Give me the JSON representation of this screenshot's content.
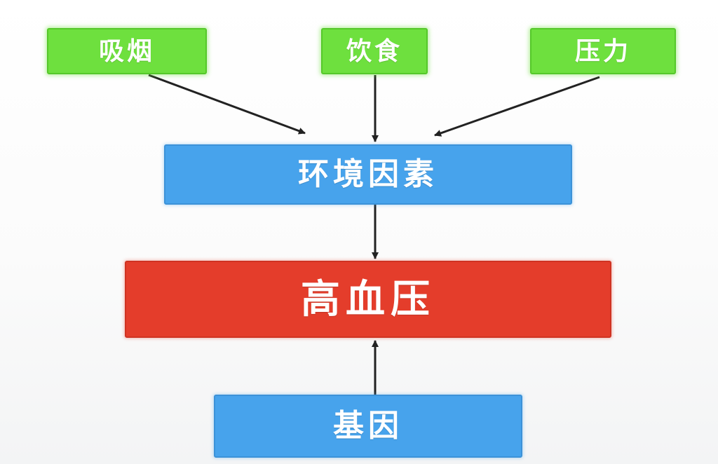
{
  "nodes": {
    "smoking": {
      "label": "吸烟",
      "color": "#6ee03e"
    },
    "diet": {
      "label": "饮食",
      "color": "#6ee03e"
    },
    "stress": {
      "label": "压力",
      "color": "#6ee03e"
    },
    "environment": {
      "label": "环境因素",
      "color": "#47a3ec"
    },
    "hypertension": {
      "label": "高血压",
      "color": "#e43d2b"
    },
    "genetics": {
      "label": "基因",
      "color": "#47a3ec"
    }
  },
  "edges": [
    {
      "from": "smoking",
      "to": "environment"
    },
    {
      "from": "diet",
      "to": "environment"
    },
    {
      "from": "stress",
      "to": "environment"
    },
    {
      "from": "environment",
      "to": "hypertension"
    },
    {
      "from": "genetics",
      "to": "hypertension"
    }
  ],
  "arrow_color": "#222222"
}
